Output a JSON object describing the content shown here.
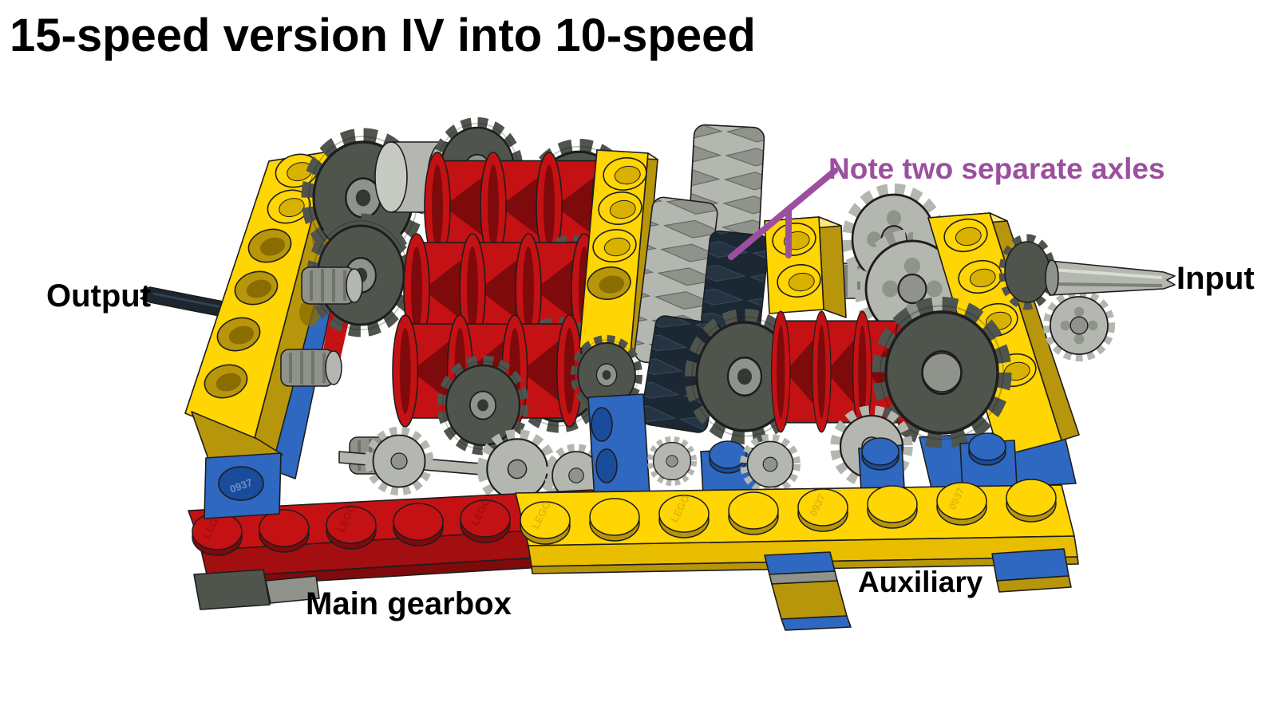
{
  "title": "15-speed version IV into 10-speed",
  "labels": {
    "output": "Output",
    "input": "Input",
    "main_gearbox": "Main gearbox",
    "auxiliary": "Auxiliary"
  },
  "annotation": {
    "text": "Note two separate axles",
    "color": "#9C4F9F"
  },
  "stud_markings": {
    "brand": "LEGO",
    "part_number": "0937"
  },
  "colors": {
    "background": "#FFFFFF",
    "lego_yellow": "#FFD504",
    "lego_yellow_mid": "#E9BD00",
    "lego_yellow_dark": "#B8960B",
    "lego_yellow_light": "#FFE878",
    "lego_red": "#C41114",
    "lego_red_mid": "#A30E11",
    "lego_red_dark": "#7E0A0C",
    "lego_blue": "#2E68C0",
    "lego_blue_dark": "#1A4C9C",
    "gray_light": "#B3B7AF",
    "gray_mid": "#8F938B",
    "gray_dark": "#4F544D",
    "gray_darker": "#343833",
    "navy": "#1B2733",
    "annotation_purple": "#9C4F9F",
    "label_black": "#000000"
  }
}
